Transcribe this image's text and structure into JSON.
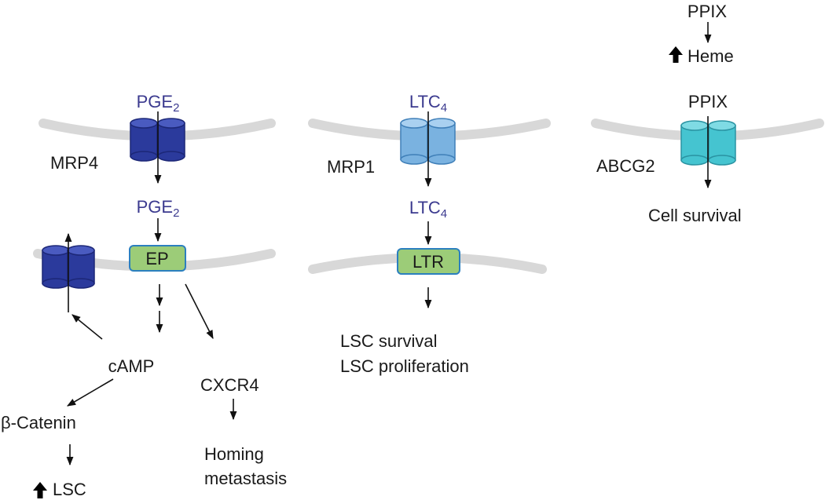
{
  "colors": {
    "mrp4_transporter": "#2b3a9c",
    "mrp1_transporter": "#7ab2e0",
    "abcg2_transporter": "#45c4d0",
    "receptor_fill": "#9ccc78",
    "membrane": "#d8d8d8",
    "molecule_text": "#3b3a8f"
  },
  "icons": {
    "up_arrow": "bold-up-arrow-icon"
  },
  "panel_mrp4": {
    "ligand_top": "PGE",
    "ligand_top_sub": "2",
    "transporter": "MRP4",
    "ligand_mid": "PGE",
    "ligand_mid_sub": "2",
    "receptor": "EP",
    "camp": "cAMP",
    "beta_catenin": "β-Catenin",
    "lsc": "LSC",
    "cxcr4": "CXCR4",
    "homing_1": "Homing",
    "homing_2": "metastasis"
  },
  "panel_mrp1": {
    "ligand_top": "LTC",
    "ligand_top_sub": "4",
    "transporter": "MRP1",
    "ligand_mid": "LTC",
    "ligand_mid_sub": "4",
    "receptor": "LTR",
    "outcome_1": "LSC survival",
    "outcome_2": "LSC proliferation"
  },
  "panel_abcg2": {
    "precursor": "PPIX",
    "heme": "Heme",
    "ligand": "PPIX",
    "transporter": "ABCG2",
    "outcome": "Cell survival"
  }
}
